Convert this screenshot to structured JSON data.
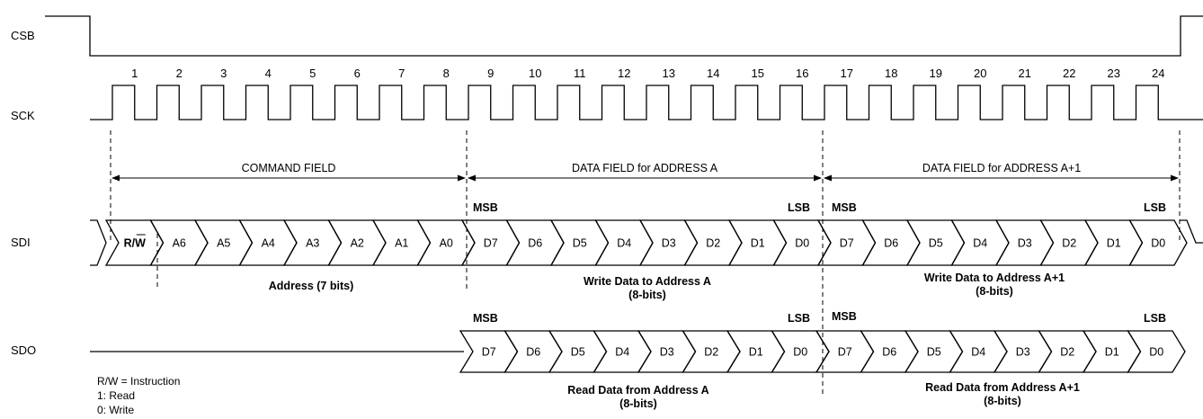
{
  "signals": {
    "csb": "CSB",
    "sck": "SCK",
    "sdi": "SDI",
    "sdo": "SDO"
  },
  "clock_numbers": [
    "1",
    "2",
    "3",
    "4",
    "5",
    "6",
    "7",
    "8",
    "9",
    "10",
    "11",
    "12",
    "13",
    "14",
    "15",
    "16",
    "17",
    "18",
    "19",
    "20",
    "21",
    "22",
    "23",
    "24"
  ],
  "fields": {
    "command": "COMMAND FIELD",
    "data_a": "DATA FIELD for ADDRESS A",
    "data_a1": "DATA FIELD for ADDRESS A+1"
  },
  "sdi_bits": [
    "R/W",
    "A6",
    "A5",
    "A4",
    "A3",
    "A2",
    "A1",
    "A0",
    "D7",
    "D6",
    "D5",
    "D4",
    "D3",
    "D2",
    "D1",
    "D0",
    "D7",
    "D6",
    "D5",
    "D4",
    "D3",
    "D2",
    "D1",
    "D0"
  ],
  "sdo_bits": [
    "D7",
    "D6",
    "D5",
    "D4",
    "D3",
    "D2",
    "D1",
    "D0",
    "D7",
    "D6",
    "D5",
    "D4",
    "D3",
    "D2",
    "D1",
    "D0"
  ],
  "markers": {
    "msb": "MSB",
    "lsb": "LSB"
  },
  "captions": {
    "address": "Address (7 bits)",
    "write_a_line1": "Write Data  to Address A",
    "write_a_line2": "(8-bits)",
    "write_a1_line1": "Write Data to Address A+1",
    "write_a1_line2": "(8-bits)",
    "read_a_line1": "Read Data  from Address A",
    "read_a_line2": "(8-bits)",
    "read_a1_line1": "Read Data from Address A+1",
    "read_a1_line2": "(8-bits)"
  },
  "legend": {
    "line1": "R/W = Instruction",
    "line2": "1: Read",
    "line3": "0: Write"
  }
}
